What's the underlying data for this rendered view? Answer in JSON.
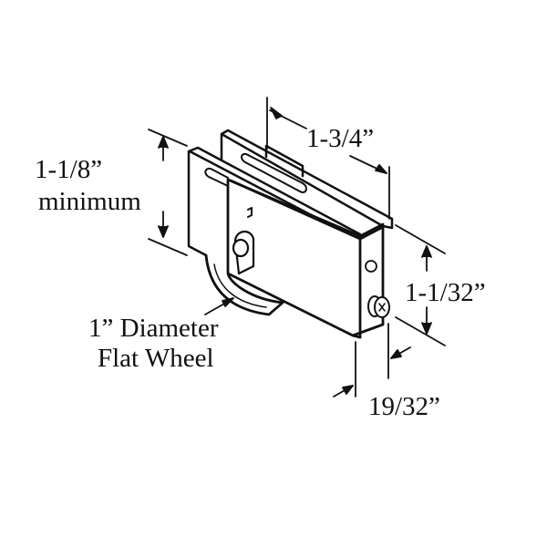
{
  "diagram": {
    "subject": "sliding door roller assembly",
    "labels": {
      "height_min_value": "1-1/8”",
      "height_min_note": "minimum",
      "length": "1-3/4”",
      "housing_height": "1-1/32”",
      "width": "19/32”",
      "wheel_line1": "1” Diameter",
      "wheel_line2": "Flat Wheel"
    },
    "colors": {
      "ink": "#111111",
      "background": "#ffffff"
    }
  }
}
